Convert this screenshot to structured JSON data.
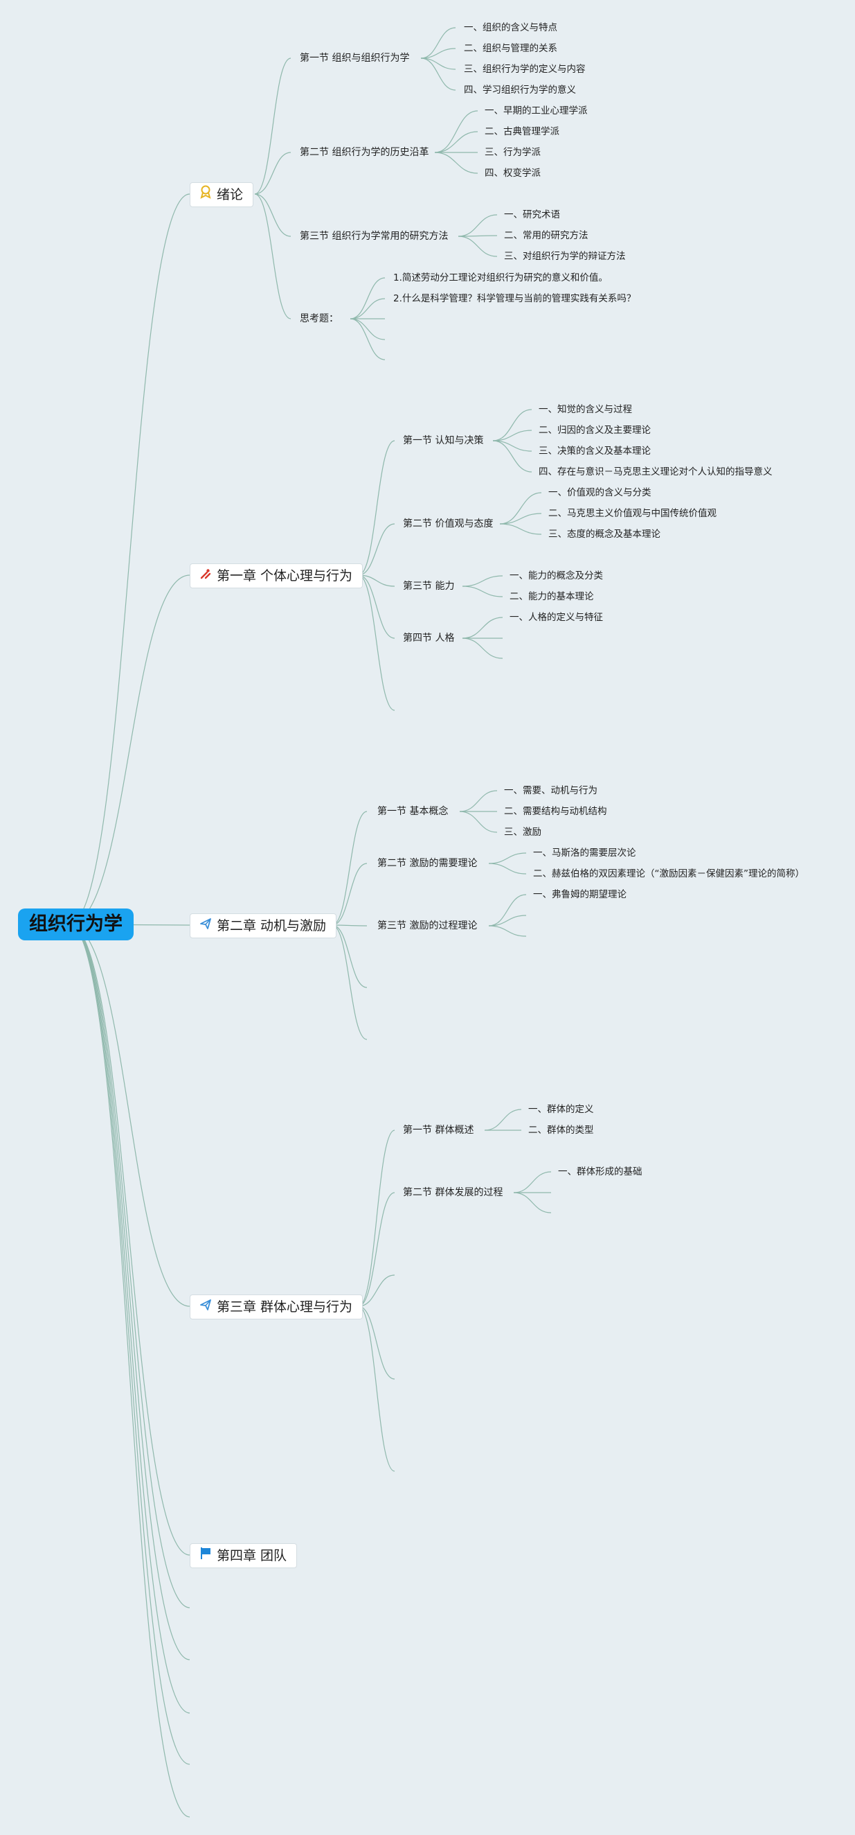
{
  "root": {
    "label": "组织行为学"
  },
  "chapters": [
    {
      "label": "绪论",
      "icon": "medal-icon",
      "sections": [
        {
          "label": "第一节 组织与组织行为学",
          "children": [
            "一、组织的含义与特点",
            "二、组织与管理的关系",
            "三、组织行为学的定义与内容",
            "四、学习组织行为学的意义"
          ]
        },
        {
          "label": "第二节 组织行为学的历史沿革",
          "children": [
            "一、早期的工业心理学派",
            "二、古典管理学派",
            "三、行为学派",
            "四、权变学派"
          ]
        },
        {
          "label": "第三节 组织行为学常用的研究方法",
          "children": [
            "一、研究术语",
            "二、常用的研究方法",
            "三、对组织行为学的辩证方法"
          ]
        },
        {
          "label": "思考题：",
          "children": [
            "1.简述劳动分工理论对组织行为研究的意义和价值。",
            "2.什么是科学管理？科学管理与当前的管理实践有关系吗？",
            "",
            "",
            ""
          ]
        }
      ]
    },
    {
      "label": "第一章 个体心理与行为",
      "icon": "tools-icon",
      "sections": [
        {
          "label": "第一节 认知与决策",
          "children": [
            "一、知觉的含义与过程",
            "二、归因的含义及主要理论",
            "三、决策的含义及基本理论",
            "四、存在与意识－马克思主义理论对个人认知的指导意义"
          ]
        },
        {
          "label": "第二节 价值观与态度",
          "children": [
            "一、价值观的含义与分类",
            "二、马克思主义价值观与中国传统价值观",
            "三、态度的概念及基本理论"
          ]
        },
        {
          "label": "第三节 能力",
          "children": [
            "一、能力的概念及分类",
            "二、能力的基本理论"
          ]
        },
        {
          "label": "第四节 人格",
          "children": [
            "一、人格的定义与特征",
            "",
            ""
          ]
        },
        {
          "label": "",
          "children": []
        }
      ]
    },
    {
      "label": "第二章 动机与激励",
      "icon": "paper-plane-icon",
      "sections": [
        {
          "label": "第一节 基本概念",
          "children": [
            "一、需要、动机与行为",
            "二、需要结构与动机结构",
            "三、激励"
          ]
        },
        {
          "label": "第二节 激励的需要理论",
          "children": [
            "一、马斯洛的需要层次论",
            "二、赫兹伯格的双因素理论（“激励因素－保健因素”理论的简称）"
          ]
        },
        {
          "label": "第三节 激励的过程理论",
          "children": [
            "一、弗鲁姆的期望理论",
            "",
            ""
          ]
        },
        {
          "label": "",
          "children": []
        },
        {
          "label": "",
          "children": []
        }
      ]
    },
    {
      "label": "第三章 群体心理与行为",
      "icon": "paper-plane-icon",
      "sections": [
        {
          "label": "第一节 群体概述",
          "children": [
            "一、群体的定义",
            "二、群体的类型"
          ]
        },
        {
          "label": "第二节 群体发展的过程",
          "children": [
            "一、群体形成的基础",
            "",
            ""
          ]
        },
        {
          "label": "",
          "children": []
        },
        {
          "label": "",
          "children": []
        },
        {
          "label": "",
          "children": []
        }
      ]
    },
    {
      "label": "第四章 团队",
      "icon": "flag-icon",
      "sections": []
    },
    {
      "label": "",
      "icon": "",
      "sections": []
    },
    {
      "label": "",
      "icon": "",
      "sections": []
    },
    {
      "label": "",
      "icon": "",
      "sections": []
    },
    {
      "label": "",
      "icon": "",
      "sections": []
    },
    {
      "label": "",
      "icon": "",
      "sections": []
    }
  ],
  "colors": {
    "background": "#e7eef2",
    "root_fill": "#1aa3f0",
    "edge": "#8fb8ac",
    "medal_icon": "#e6b422",
    "tools_icon": "#d9382c",
    "plane_icon": "#3a8fd8",
    "flag_icon": "#1d86d8"
  }
}
